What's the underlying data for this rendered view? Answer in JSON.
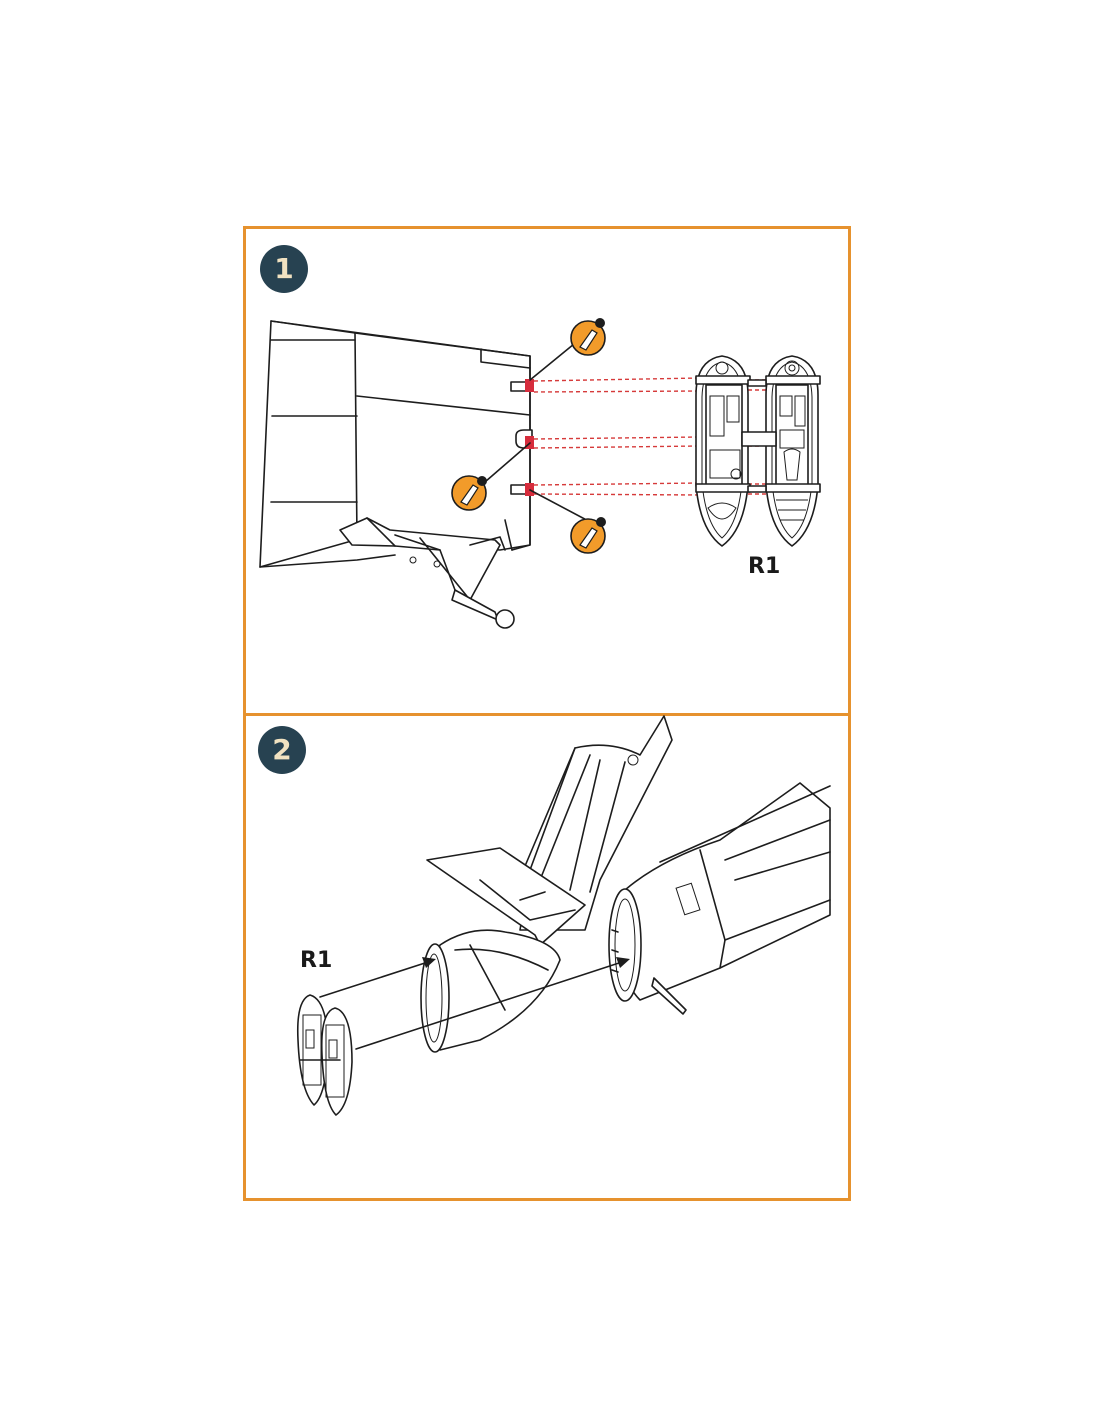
{
  "steps": [
    {
      "number": "1",
      "part_label": "R1"
    },
    {
      "number": "2",
      "part_label": "R1"
    }
  ],
  "colors": {
    "frame": "#e6922e",
    "badge_bg": "#274251",
    "badge_text": "#f1e2c1",
    "glue_marker": "#f29b2a",
    "attach_point": "#d62c3c",
    "guide_lines": "#d63a3a"
  },
  "icons": [
    "glue-bottle-icon",
    "glue-bottle-icon",
    "glue-bottle-icon"
  ]
}
